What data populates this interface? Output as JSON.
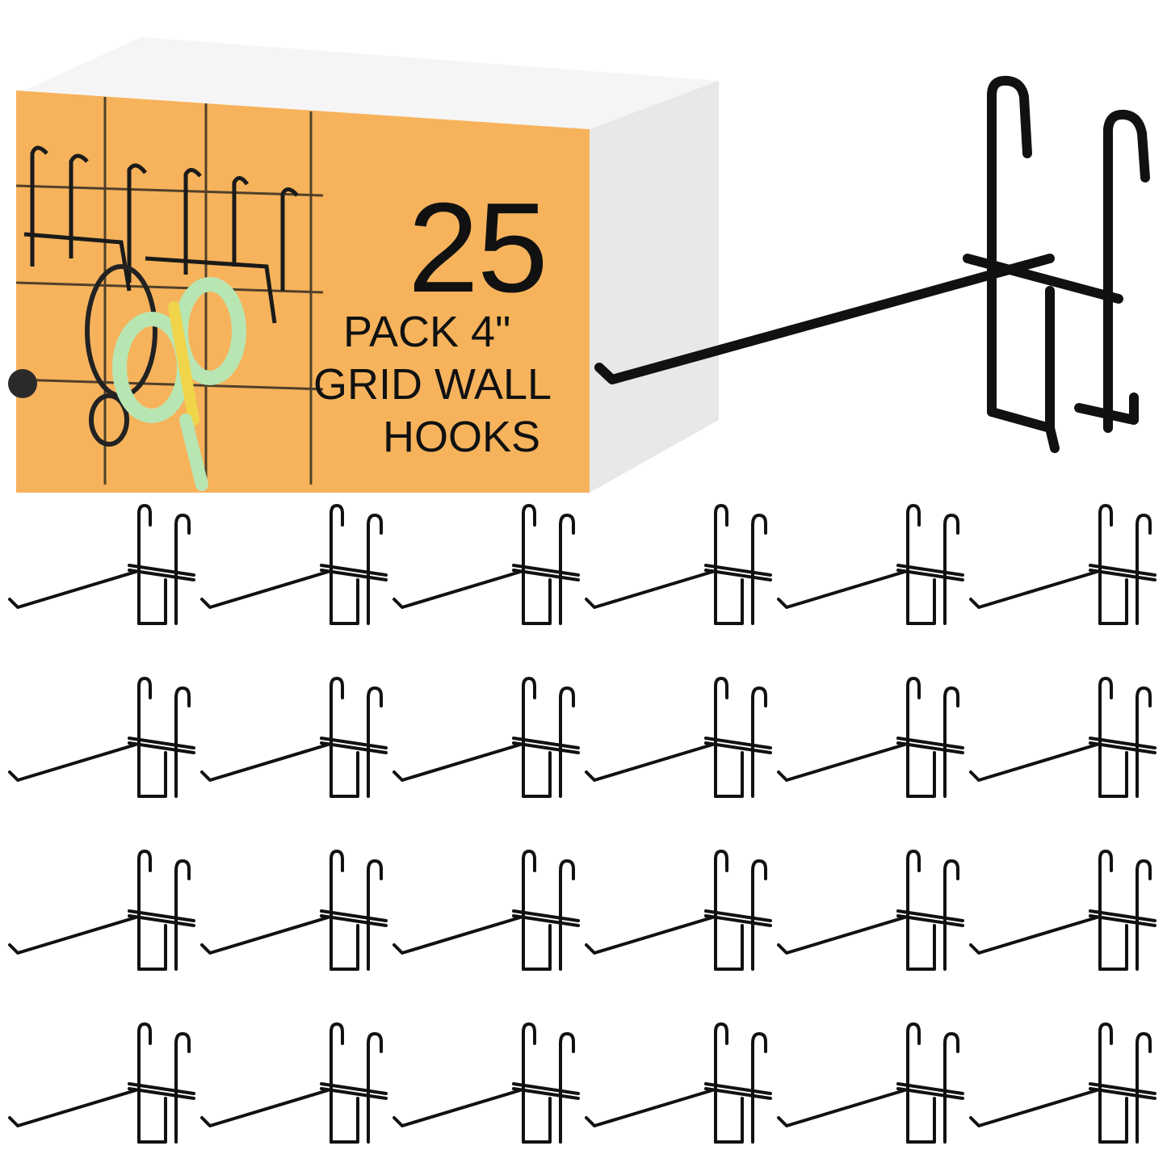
{
  "product": {
    "box": {
      "count": "25",
      "line1": "PACK  4\"",
      "line2": "GRID WALL",
      "line3": "HOOKS"
    },
    "colors": {
      "box_panel": "#f6b35c",
      "box_side": "#e8e8ea",
      "hook_wire": "#111111"
    },
    "hooks_grid": {
      "rows": 4,
      "columns": 6
    },
    "icons": [
      "grid-wall-hook-icon",
      "scissors-icon",
      "eyeglasses-icon"
    ]
  }
}
